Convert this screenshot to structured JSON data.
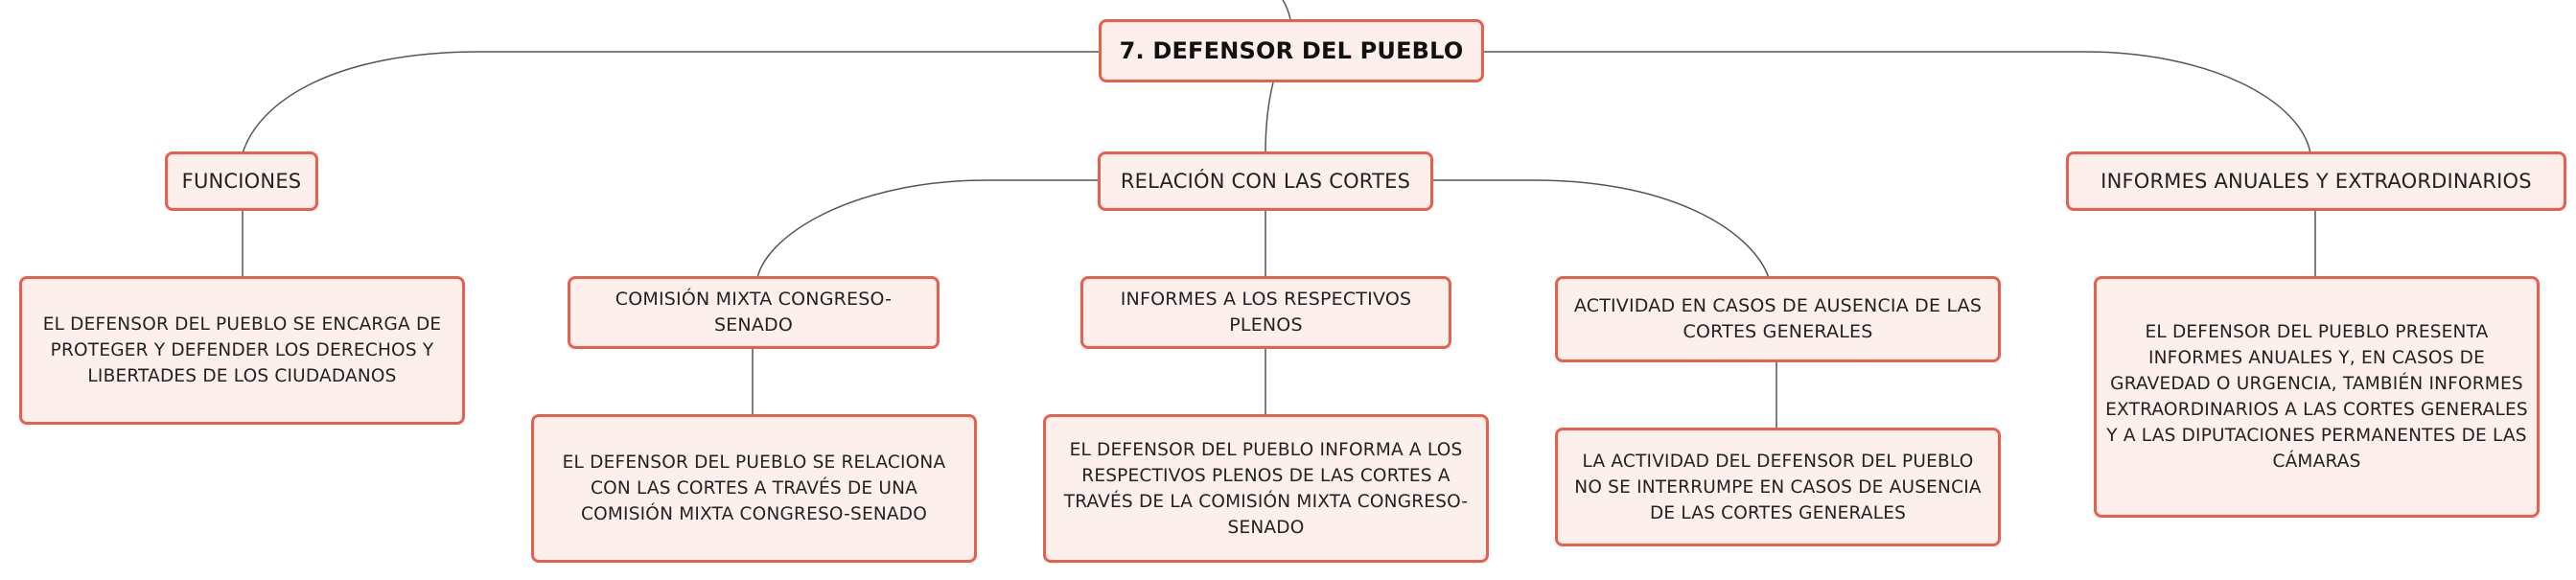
{
  "diagram": {
    "root": {
      "label": "7. DEFENSOR DEL PUEBLO"
    },
    "branches": {
      "funciones": {
        "label": "FUNCIONES",
        "detail": "EL DEFENSOR DEL PUEBLO SE ENCARGA DE PROTEGER Y DEFENDER LOS DERECHOS Y LIBERTADES DE LOS CIUDADANOS"
      },
      "relacion": {
        "label": "RELACIÓN CON LAS CORTES",
        "children": {
          "comision": {
            "label": "COMISIÓN MIXTA CONGRESO-SENADO",
            "detail": "EL DEFENSOR DEL PUEBLO SE RELACIONA CON LAS CORTES A TRAVÉS DE UNA COMISIÓN MIXTA CONGRESO-SENADO"
          },
          "informes_plenos": {
            "label": "INFORMES A LOS RESPECTIVOS PLENOS",
            "detail": "EL DEFENSOR DEL PUEBLO INFORMA A LOS RESPECTIVOS PLENOS DE LAS CORTES A TRAVÉS DE LA COMISIÓN MIXTA CONGRESO-SENADO"
          },
          "actividad": {
            "label": "ACTIVIDAD EN CASOS DE AUSENCIA DE LAS CORTES GENERALES",
            "detail": "LA ACTIVIDAD DEL DEFENSOR DEL PUEBLO NO SE INTERRUMPE EN CASOS DE AUSENCIA DE LAS CORTES GENERALES"
          }
        }
      },
      "informes": {
        "label": "INFORMES ANUALES Y EXTRAORDINARIOS",
        "detail": "EL DEFENSOR DEL PUEBLO PRESENTA INFORMES ANUALES Y, EN CASOS DE GRAVEDAD O URGENCIA, TAMBIÉN INFORMES EXTRAORDINARIOS A LAS CORTES GENERALES Y A LAS DIPUTACIONES PERMANENTES DE LAS CÁMARAS"
      }
    },
    "colors": {
      "node_fill": "#fdf0ec",
      "node_border": "#e8604c",
      "connector": "#555555"
    }
  }
}
